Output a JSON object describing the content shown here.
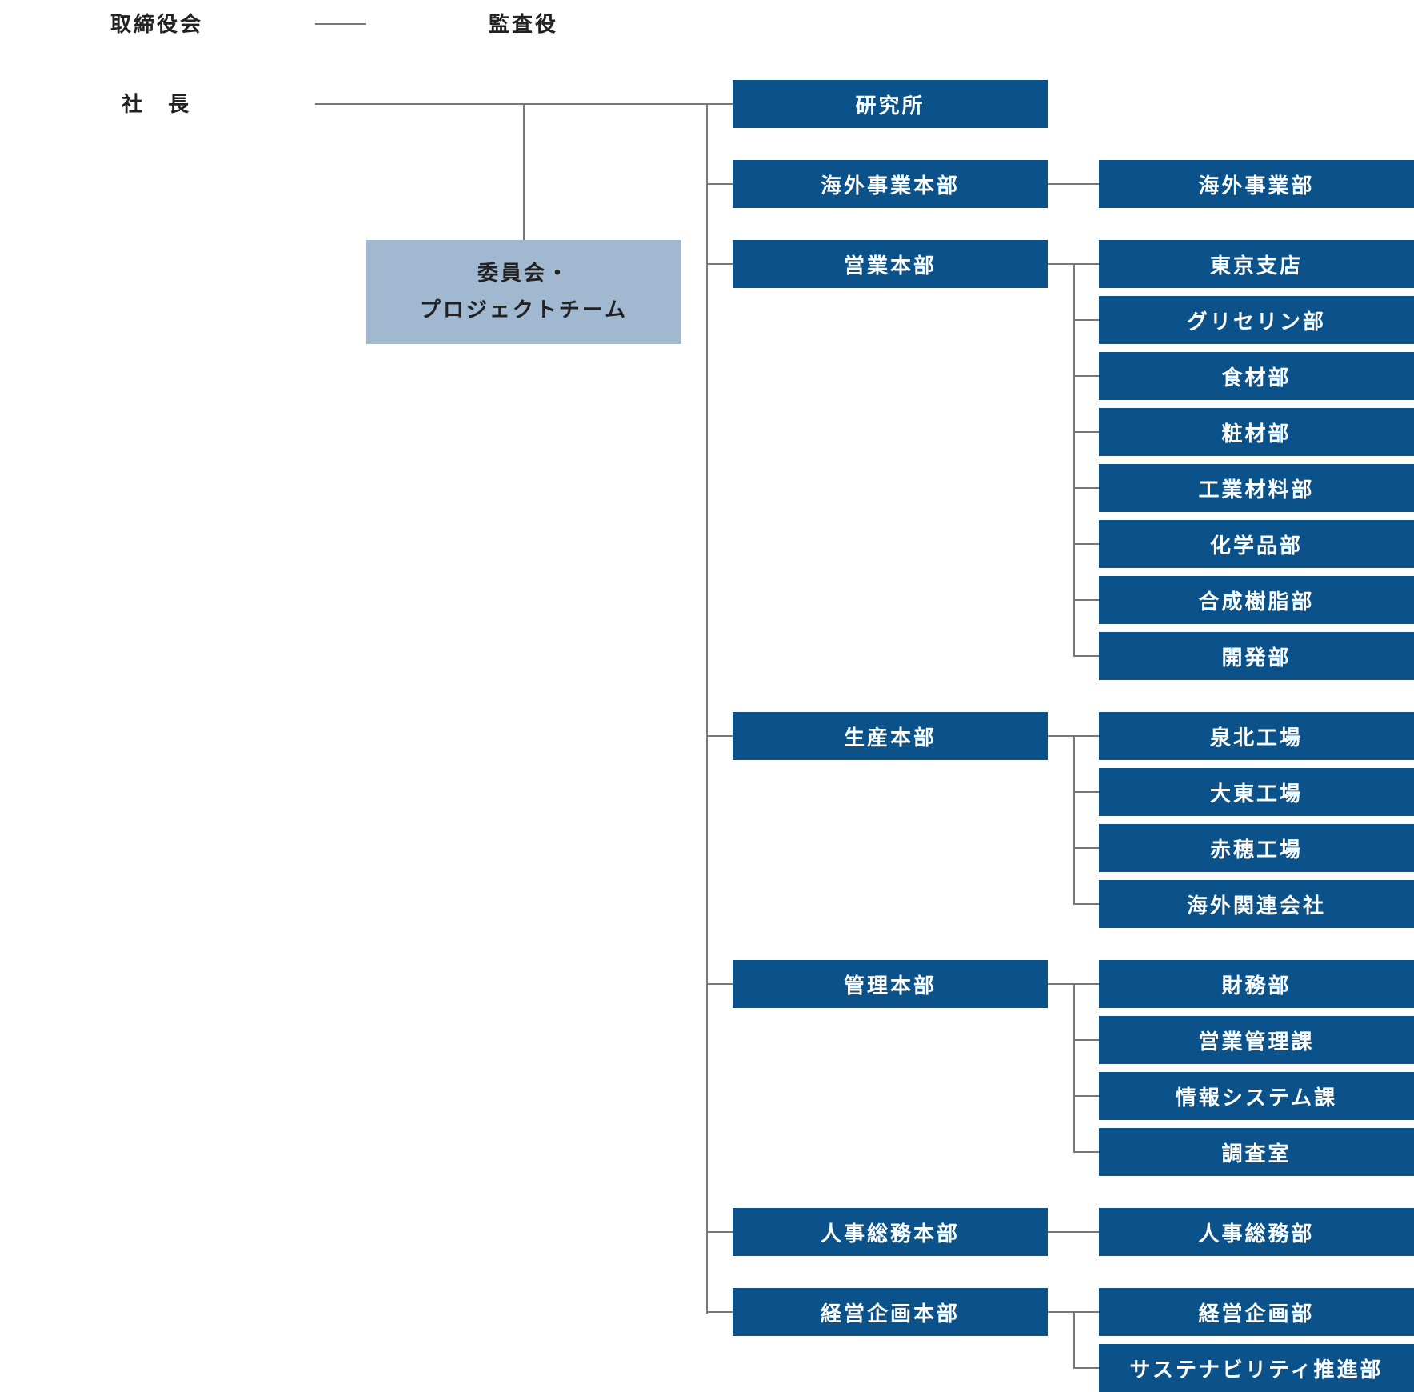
{
  "top": {
    "board": "取締役会",
    "auditor": "監査役",
    "president": "社　長",
    "committee_line1": "委員会・",
    "committee_line2": "プロジェクトチーム"
  },
  "divisions": {
    "research": "研究所",
    "overseas": "海外事業本部",
    "sales": "営業本部",
    "production": "生産本部",
    "management": "管理本部",
    "hr": "人事総務本部",
    "planning": "経営企画本部"
  },
  "departments": {
    "overseas": [
      "海外事業部"
    ],
    "sales": [
      "東京支店",
      "グリセリン部",
      "食材部",
      "粧材部",
      "工業材料部",
      "化学品部",
      "合成樹脂部",
      "開発部"
    ],
    "production": [
      "泉北工場",
      "大東工場",
      "赤穂工場",
      "海外関連会社"
    ],
    "management": [
      "財務部",
      "営業管理課",
      "情報システム課",
      "調査室"
    ],
    "hr": [
      "人事総務部"
    ],
    "planning": [
      "経営企画部",
      "サステナビリティ推進部"
    ]
  },
  "colors": {
    "division_box": "#0b528b",
    "committee_box": "#a0b9d0",
    "connector": "#777777"
  }
}
